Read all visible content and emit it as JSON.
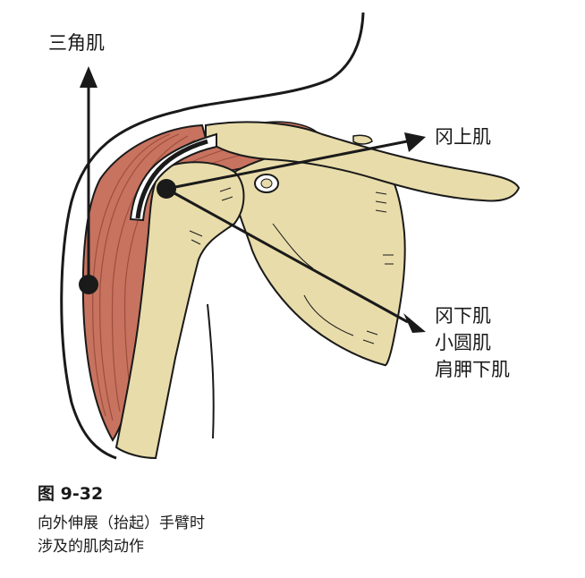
{
  "labels": {
    "deltoid": "三角肌",
    "supraspinatus": "冈上肌",
    "group_line1": "冈下肌",
    "group_line2": "小圆肌",
    "group_line3": "肩胛下肌"
  },
  "caption": {
    "title": "图 9-32",
    "line1": "向外伸展（抬起）手臂时",
    "line2": "涉及的肌肉动作"
  },
  "colors": {
    "bone": "#e8dcaa",
    "muscle": "#c7735f",
    "muscle_fibers": "#9e4e3e",
    "outline": "#1a1a1a",
    "cartilage": "#ffffff"
  }
}
